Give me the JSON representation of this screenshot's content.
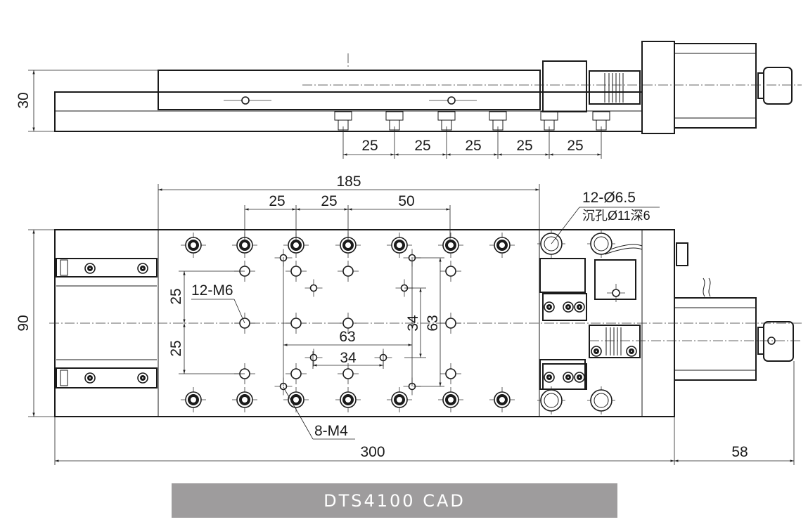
{
  "title": "DTS4100  CAD",
  "side_view": {
    "height_label": "30",
    "pitch_labels": [
      "25",
      "25",
      "25",
      "25",
      "25"
    ]
  },
  "top_view": {
    "top_length": "185",
    "top_pitches": [
      "25",
      "25",
      "50"
    ],
    "counterbore_spec_line1": "12-Ø6.5",
    "counterbore_spec_line2": "沉孔Ø11深6",
    "m6_label": "12-M6",
    "left_pitch_upper": "25",
    "left_pitch_lower": "25",
    "width_label": "90",
    "inner_63_horizontal": "63",
    "inner_34_horizontal": "34",
    "inner_34_vertical": "34",
    "inner_63_vertical": "63",
    "m4_label": "8-M4",
    "overall_length": "300",
    "motor_length": "58"
  },
  "colors": {
    "line": "#1a1a1a",
    "title_bar_bg": "#9e9c9d",
    "title_bar_text": "#ffffff"
  }
}
